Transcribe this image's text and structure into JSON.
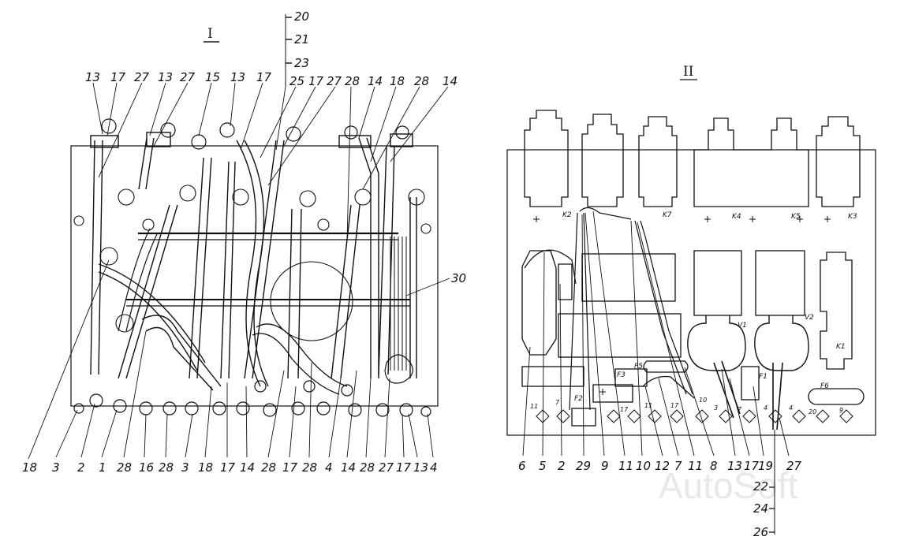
{
  "diagram": {
    "views": [
      {
        "id": "I",
        "label": "I"
      },
      {
        "id": "II",
        "label": "II"
      }
    ],
    "view1": {
      "bottom_labels": [
        "18",
        "3",
        "2",
        "1",
        "28",
        "16",
        "28",
        "3",
        "18",
        "17",
        "14",
        "28",
        "17",
        "28",
        "4",
        "14",
        "28",
        "27",
        "17",
        "13",
        "4"
      ],
      "top_labels": [
        "13",
        "17",
        "27",
        "13",
        "27",
        "15",
        "13",
        "17",
        "25",
        "17",
        "27",
        "28",
        "14",
        "18",
        "28",
        "14"
      ],
      "stack_labels": [
        "20",
        "21",
        "23"
      ],
      "side_labels": [
        "30"
      ]
    },
    "view2": {
      "bottom_labels": [
        "6",
        "5",
        "2",
        "29",
        "9",
        "11",
        "10",
        "12",
        "7",
        "11",
        "8",
        "13",
        "17",
        "19",
        "27"
      ],
      "stack_labels": [
        "22",
        "24",
        "26"
      ],
      "component_labels": [
        "K2",
        "K7",
        "K4",
        "K5",
        "K3",
        "V1",
        "V2",
        "K1",
        "F6",
        "F5",
        "F3",
        "F2",
        "F1"
      ],
      "terminal_labels": [
        "11",
        "7",
        "17",
        "11",
        "10",
        "3",
        "7",
        "4",
        "4",
        "20",
        "9",
        "17"
      ]
    },
    "watermark": "AutoSoft",
    "colors": {
      "ink": "#111111",
      "paper": "#ffffff",
      "watermark": "#e6e6e6"
    }
  }
}
